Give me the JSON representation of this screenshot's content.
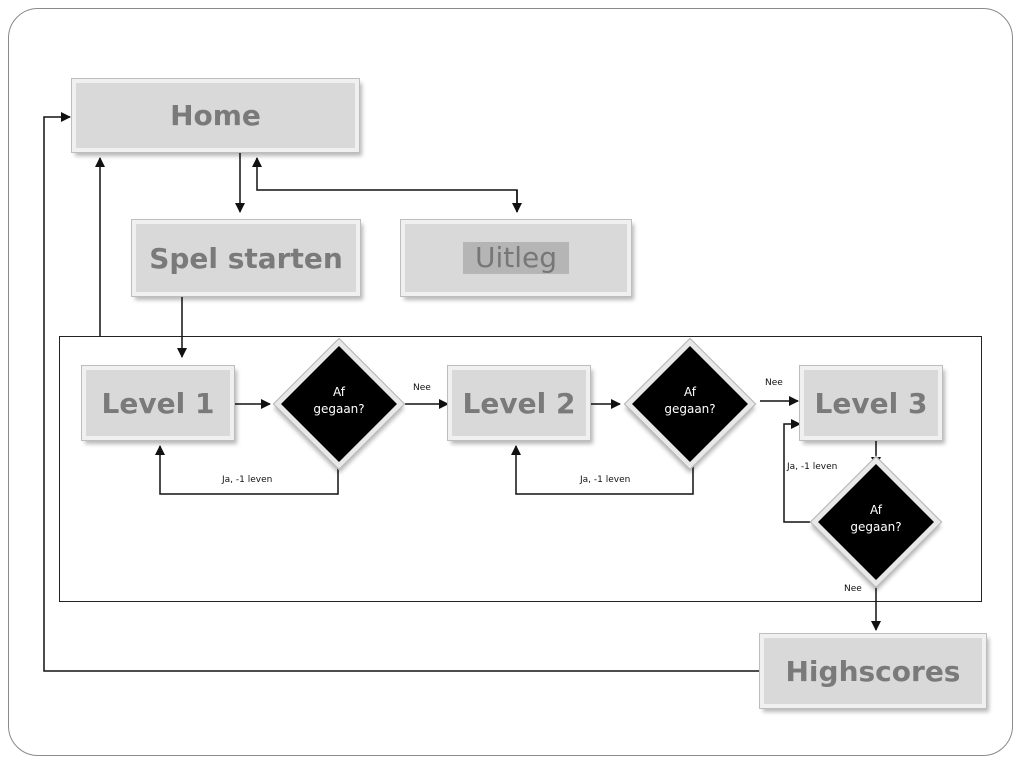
{
  "nodes": {
    "home": "Home",
    "spel_starten": "Spel starten",
    "uitleg": "Uitleg",
    "level1": "Level 1",
    "level2": "Level 2",
    "level3": "Level 3",
    "highscores": "Highscores"
  },
  "decisions": {
    "d1": {
      "line1": "Af",
      "line2": "gegaan?"
    },
    "d2": {
      "line1": "Af",
      "line2": "gegaan?"
    },
    "d3": {
      "line1": "Af",
      "line2": "gegaan?"
    }
  },
  "edge_labels": {
    "nee1": "Nee",
    "nee2": "Nee",
    "nee3": "Nee",
    "ja1": "Ja, -1 leven",
    "ja2": "Ja, -1 leven",
    "ja3": "Ja, -1 leven"
  }
}
